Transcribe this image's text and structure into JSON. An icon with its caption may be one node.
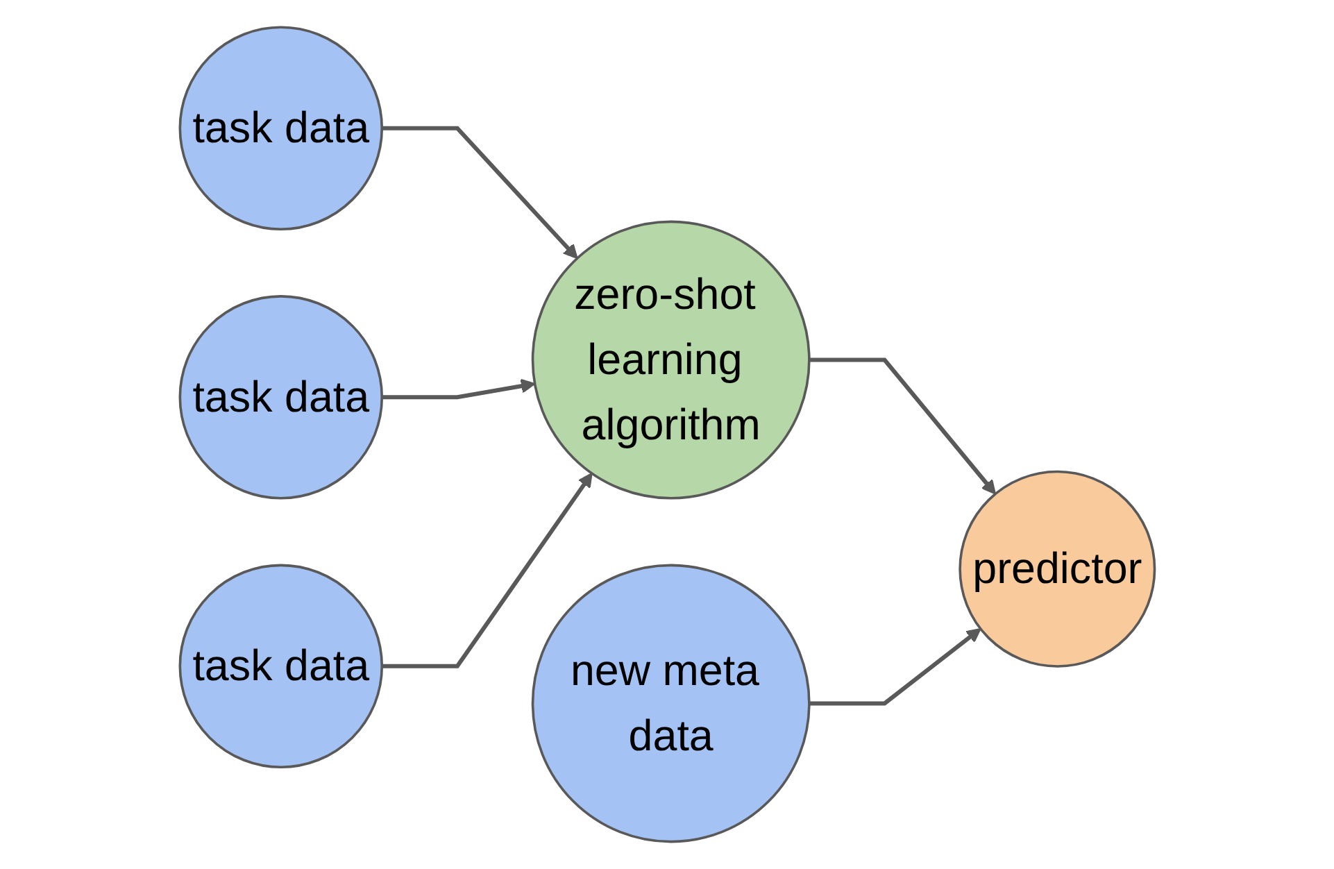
{
  "diagram": {
    "nodes": [
      {
        "text": [
          "task data"
        ]
      },
      {
        "text": [
          "task data"
        ]
      },
      {
        "text": [
          "task data"
        ]
      },
      {
        "text": [
          "zero-shot learning algorithm"
        ]
      },
      {
        "text": [
          "new meta data"
        ]
      },
      {
        "text": [
          "predictor"
        ]
      }
    ],
    "edges": [
      {
        "from": 0,
        "to": 3,
        "arrow": "to"
      },
      {
        "from": 1,
        "to": 3,
        "arrow": "to"
      },
      {
        "from": 2,
        "to": 3,
        "arrow": "to"
      },
      {
        "from": 3,
        "to": 5,
        "arrow": "to"
      },
      {
        "from": 4,
        "to": 5,
        "arrow": "to"
      }
    ]
  }
}
